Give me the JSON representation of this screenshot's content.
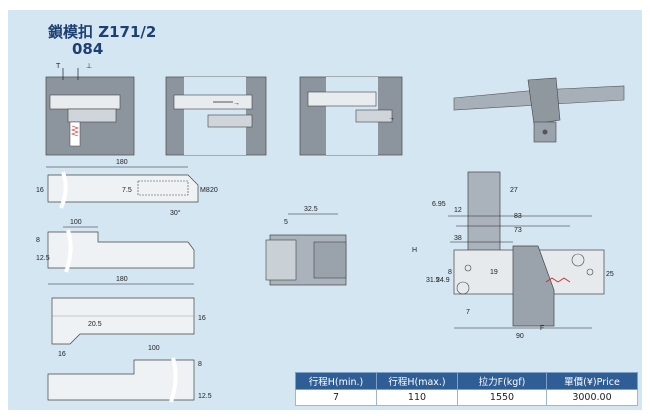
{
  "title": {
    "name": "鎖模扣 Z171/2",
    "code": "084"
  },
  "diagrams": {
    "labels": [
      "T",
      "⊥",
      "→",
      "→"
    ],
    "main_part": {
      "length": "180",
      "height": "16",
      "depth": "20",
      "hole": "M8",
      "tab": "7.5",
      "angle": "30°"
    },
    "side_part": {
      "length": "100",
      "d1": "8",
      "d2": "12.5"
    },
    "lower_part": {
      "length": "180",
      "height": "16",
      "step": "16",
      "bevel": "20.5"
    },
    "lower_side": {
      "length": "100",
      "d1": "8",
      "d2": "12.5"
    },
    "small_part": {
      "length": "32.5",
      "offset": "5"
    },
    "assembly": {
      "d_695": "6.95",
      "d_27": "27",
      "d_12": "12",
      "d_83": "83",
      "d_73": "73",
      "d_38": "38",
      "d_H": "H",
      "d_315": "31.5",
      "d_249": "24.9",
      "d_8": "8",
      "d_19": "19",
      "d_25": "25",
      "d_7": "7",
      "d_90": "90",
      "d_F": "F"
    }
  },
  "spec_table": {
    "headers": [
      "行程H(min.)",
      "行程H(max.)",
      "拉力F(kgf)",
      "單價(¥)Price"
    ],
    "row": [
      "7",
      "110",
      "1550",
      "3000.00"
    ]
  }
}
